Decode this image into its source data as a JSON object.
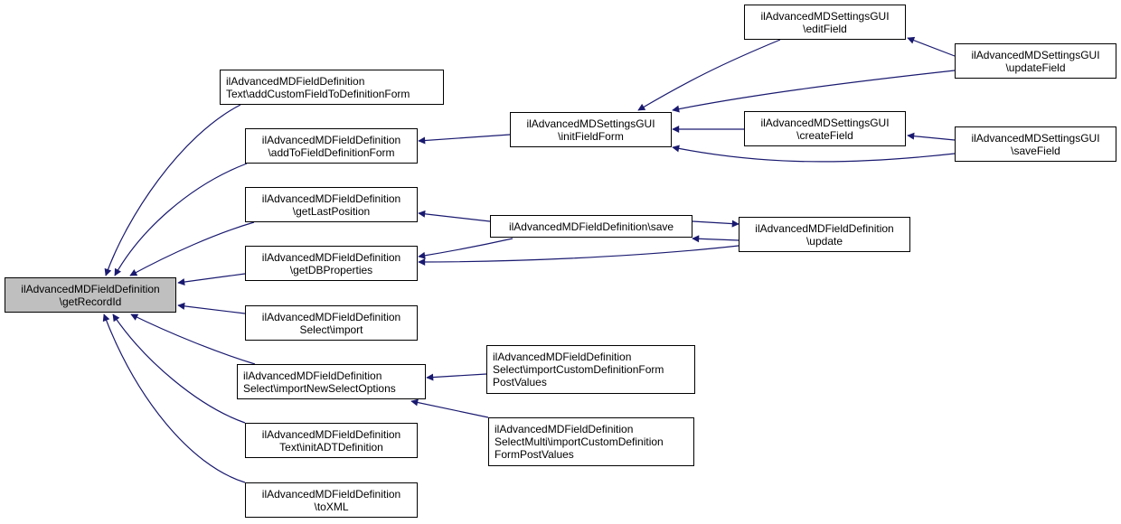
{
  "diagram": {
    "type": "doxygen-caller-graph",
    "edge_color": "#191970",
    "root_fill": "#bfbfbf",
    "nodes": [
      {
        "id": "root",
        "lines": [
          "ilAdvancedMDFieldDefinition",
          "\\getRecordId"
        ],
        "root": true
      },
      {
        "id": "n_addCustom",
        "lines": [
          "ilAdvancedMDFieldDefinition",
          "Text\\addCustomFieldToDefinitionForm"
        ]
      },
      {
        "id": "n_addToField",
        "lines": [
          "ilAdvancedMDFieldDefinition",
          "\\addToFieldDefinitionForm"
        ]
      },
      {
        "id": "n_getLastPos",
        "lines": [
          "ilAdvancedMDFieldDefinition",
          "\\getLastPosition"
        ]
      },
      {
        "id": "n_getDB",
        "lines": [
          "ilAdvancedMDFieldDefinition",
          "\\getDBProperties"
        ]
      },
      {
        "id": "n_selImport",
        "lines": [
          "ilAdvancedMDFieldDefinition",
          "Select\\import"
        ]
      },
      {
        "id": "n_selImportNew",
        "lines": [
          "ilAdvancedMDFieldDefinition",
          "Select\\importNewSelectOptions"
        ]
      },
      {
        "id": "n_textInitADT",
        "lines": [
          "ilAdvancedMDFieldDefinition",
          "Text\\initADTDefinition"
        ]
      },
      {
        "id": "n_toXML",
        "lines": [
          "ilAdvancedMDFieldDefinition",
          "\\toXML"
        ]
      },
      {
        "id": "n_initFieldForm",
        "lines": [
          "ilAdvancedMDSettingsGUI",
          "\\initFieldForm"
        ]
      },
      {
        "id": "n_save",
        "lines": [
          "ilAdvancedMDFieldDefinition\\save"
        ]
      },
      {
        "id": "n_selCustomPost",
        "lines": [
          "ilAdvancedMDFieldDefinition",
          "Select\\importCustomDefinitionForm",
          "PostValues"
        ]
      },
      {
        "id": "n_multiCustomPost",
        "lines": [
          "ilAdvancedMDFieldDefinition",
          "SelectMulti\\importCustomDefinition",
          "FormPostValues"
        ]
      },
      {
        "id": "n_editField",
        "lines": [
          "ilAdvancedMDSettingsGUI",
          "\\editField"
        ]
      },
      {
        "id": "n_createField",
        "lines": [
          "ilAdvancedMDSettingsGUI",
          "\\createField"
        ]
      },
      {
        "id": "n_update",
        "lines": [
          "ilAdvancedMDFieldDefinition",
          "\\update"
        ]
      },
      {
        "id": "n_updateField",
        "lines": [
          "ilAdvancedMDSettingsGUI",
          "\\updateField"
        ]
      },
      {
        "id": "n_saveField",
        "lines": [
          "ilAdvancedMDSettingsGUI",
          "\\saveField"
        ]
      }
    ],
    "edges": [
      {
        "from": "n_addCustom",
        "to": "root"
      },
      {
        "from": "n_addToField",
        "to": "root"
      },
      {
        "from": "n_getLastPos",
        "to": "root"
      },
      {
        "from": "n_getDB",
        "to": "root"
      },
      {
        "from": "n_selImport",
        "to": "root"
      },
      {
        "from": "n_selImportNew",
        "to": "root"
      },
      {
        "from": "n_textInitADT",
        "to": "root"
      },
      {
        "from": "n_toXML",
        "to": "root"
      },
      {
        "from": "n_initFieldForm",
        "to": "n_addToField"
      },
      {
        "from": "n_save",
        "to": "n_getLastPos"
      },
      {
        "from": "n_save",
        "to": "n_getDB"
      },
      {
        "from": "n_update",
        "to": "n_getDB"
      },
      {
        "from": "n_selCustomPost",
        "to": "n_selImportNew"
      },
      {
        "from": "n_multiCustomPost",
        "to": "n_selImportNew"
      },
      {
        "from": "n_editField",
        "to": "n_initFieldForm"
      },
      {
        "from": "n_updateField",
        "to": "n_initFieldForm"
      },
      {
        "from": "n_createField",
        "to": "n_initFieldForm"
      },
      {
        "from": "n_saveField",
        "to": "n_initFieldForm"
      },
      {
        "from": "n_save",
        "to": "n_update"
      },
      {
        "from": "n_update",
        "to": "n_save"
      },
      {
        "from": "n_updateField",
        "to": "n_editField"
      },
      {
        "from": "n_saveField",
        "to": "n_createField"
      }
    ]
  }
}
